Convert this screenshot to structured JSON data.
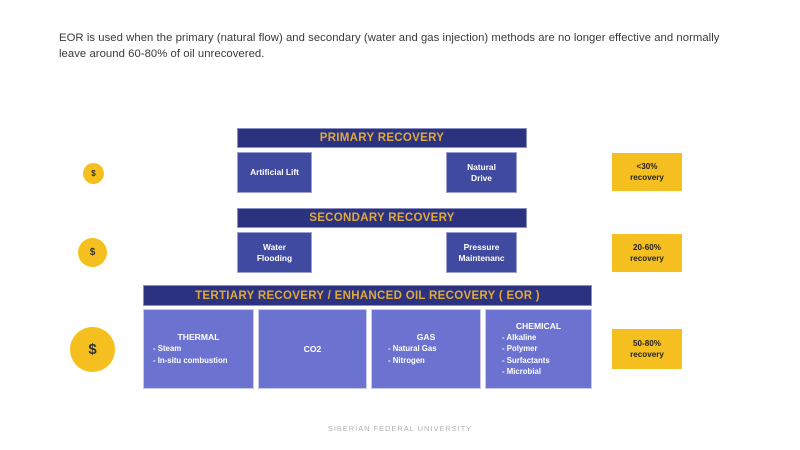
{
  "intro": {
    "text": "EOR is used when the primary (natural flow) and secondary (water and gas injection) methods are no longer effective and normally leave around 60-80% of oil unrecovered."
  },
  "diagram": {
    "stages": [
      {
        "key": "primary",
        "header": "PRIMARY RECOVERY",
        "methods": [
          {
            "label": "Artificial Lift"
          },
          {
            "label": "Natural\nDrive"
          }
        ],
        "recovery_chip": "<30%\nrecovery",
        "cost_symbol": "$"
      },
      {
        "key": "secondary",
        "header": "SECONDARY RECOVERY",
        "methods": [
          {
            "label": "Water\nFlooding"
          },
          {
            "label": "Pressure\nMaintenanc"
          }
        ],
        "recovery_chip": "20-60%\nrecovery",
        "cost_symbol": "$"
      },
      {
        "key": "tertiary",
        "header": "TERTIARY RECOVERY   /  ENHANCED OIL RECOVERY ( EOR )",
        "methods": [
          {
            "title": "THERMAL",
            "items": [
              "- Steam",
              "- In-situ combustion"
            ]
          },
          {
            "title": "CO2",
            "items": []
          },
          {
            "title": "GAS",
            "items": [
              "- Natural Gas",
              "- Nitrogen"
            ]
          },
          {
            "title": "CHEMICAL",
            "items": [
              "- Alkaline",
              "- Polymer",
              "- Surfactants",
              "- Microbial"
            ]
          }
        ],
        "recovery_chip": "50-80%\nrecovery",
        "cost_symbol": "$"
      }
    ],
    "labels": {
      "primary_header": "PRIMARY RECOVERY",
      "secondary_header": "SECONDARY RECOVERY",
      "tertiary_header": "TERTIARY RECOVERY   /  ENHANCED OIL RECOVERY ( EOR )",
      "artificial_lift": "Artificial Lift",
      "natural_drive": "Natural\nDrive",
      "water_flooding": "Water\nFlooding",
      "pressure_maintenance": "Pressure\nMaintenanc",
      "thermal_title": "THERMAL",
      "thermal_items": "- Steam\n- In-situ combustion",
      "co2_title": "CO2",
      "gas_title": "GAS",
      "gas_items": "- Natural Gas\n- Nitrogen",
      "chemical_title": "CHEMICAL",
      "chemical_items": "- Alkaline\n- Polymer\n- Surfactants\n- Microbial",
      "chip_primary": "<30%\nrecovery",
      "chip_secondary": "20-60%\nrecovery",
      "chip_tertiary": "50-80%\nrecovery",
      "dollar": "$"
    }
  },
  "footer": {
    "text": "SIBERIAN FEDERAL UNIVERSITY"
  },
  "colors": {
    "header_bar": "#2b3280",
    "header_text": "#e0a93a",
    "method_box": "#3f4aa0",
    "tertiary_box": "#6b72cf",
    "accent_yellow": "#f5c01f",
    "body_text": "#3a3a3a",
    "footer_text": "#b3b3b3"
  }
}
